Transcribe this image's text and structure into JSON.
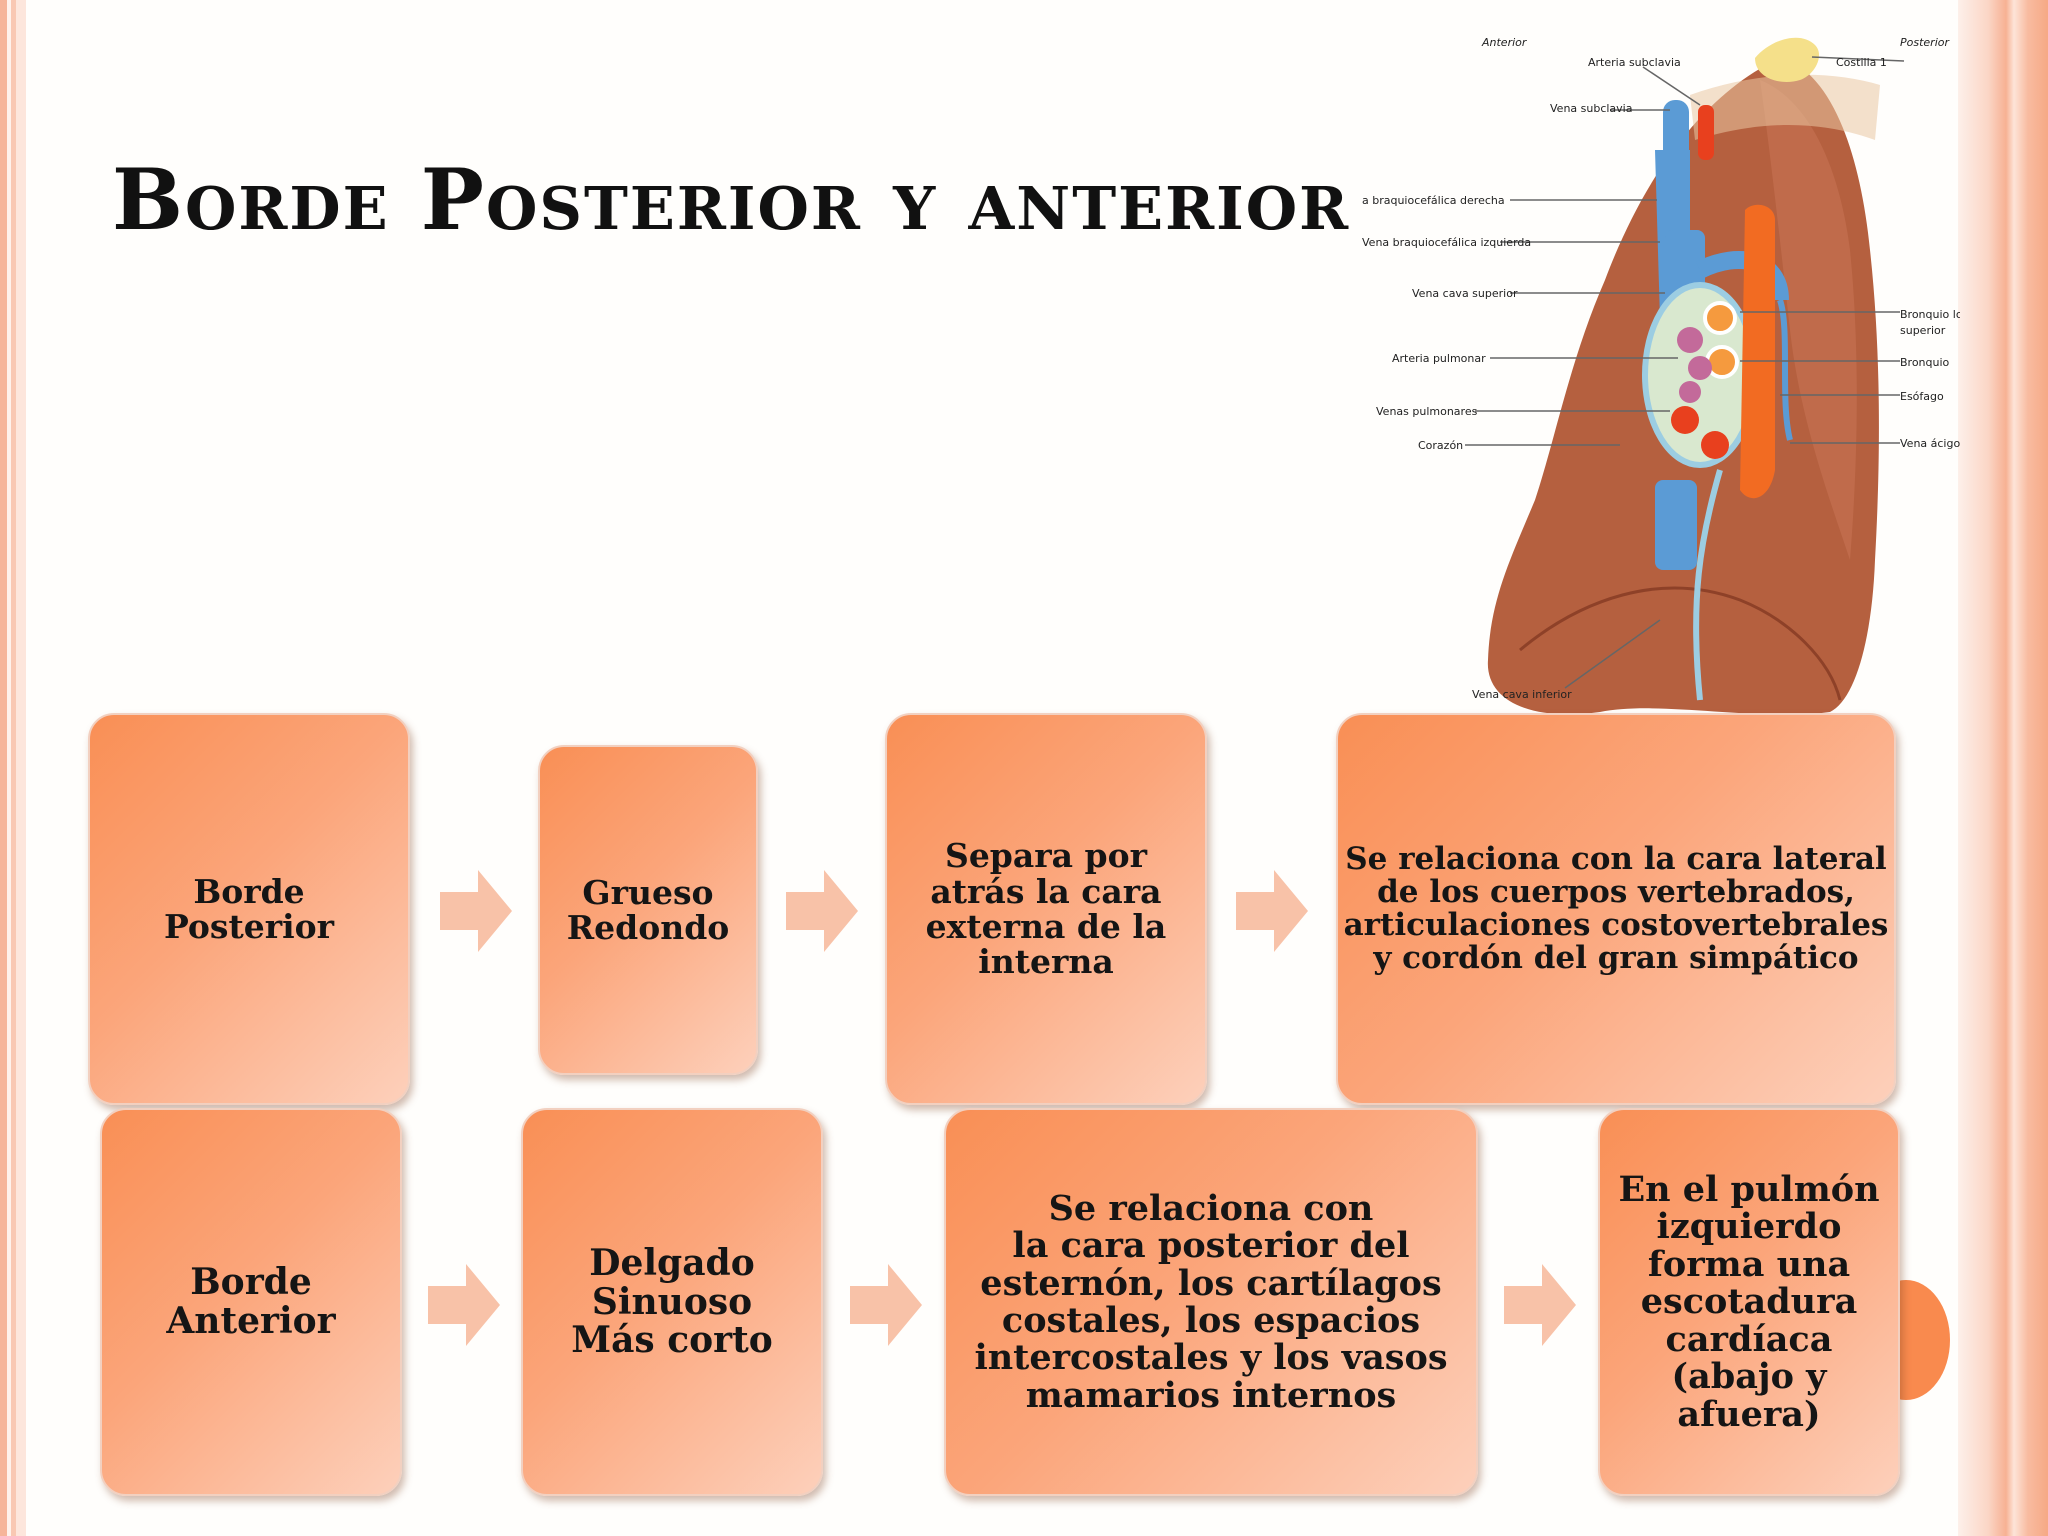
{
  "slide": {
    "title": "Borde Posterior y anterior"
  },
  "diagram": {
    "view_labels": {
      "anterior": "Anterior",
      "posterior": "Posterior"
    },
    "labels": {
      "arteria_subclavia": "Arteria subclavia",
      "costilla_1": "Costilla 1",
      "vena_subclavia": "Vena subclavia",
      "braquio_derecha": "a braquiocefálica derecha",
      "braquio_izquierda": "Vena braquiocefálica izquierda",
      "vena_cava_superior": "Vena cava superior",
      "bronquio_lobar_1": "Bronquio lobar",
      "bronquio_lobar_2": "superior",
      "arteria_pulmonar": "Arteria pulmonar",
      "bronquio": "Bronquio",
      "esofago": "Esófago",
      "venas_pulmonares": "Venas pulmonares",
      "corazon": "Corazón",
      "vena_acigos": "Vena ácigos",
      "vena_cava_inferior": "Vena cava inferior"
    }
  },
  "flow": {
    "row1": [
      "Borde\nPosterior",
      "Grueso\nRedondo",
      "Separa por\natrás la cara\nexterna de la\ninterna",
      "Se relaciona con la cara lateral\nde los cuerpos vertebrados,\narticulaciones costovertebrales\ny cordón del gran simpático"
    ],
    "row2": [
      "Borde\nAnterior",
      "Delgado\nSinuoso\nMás corto",
      "Se  relaciona con\nla cara posterior del\nesternón, los cartílagos\ncostales, los espacios\nintercostales y los vasos\nmamarios internos",
      "En el pulmón\nizquierdo\nforma una\nescotadura\ncardíaca\n(abajo y\nafuera)"
    ]
  },
  "colors": {
    "box_dark": "#f98f55",
    "box_light": "#fdd0bb",
    "arrow": "#f8c2a8",
    "lung": "#b5603f",
    "vein_blue": "#5b9bd5",
    "artery_red": "#e8401e",
    "esophagus": "#f26b22",
    "bone": "#f5e08a"
  }
}
